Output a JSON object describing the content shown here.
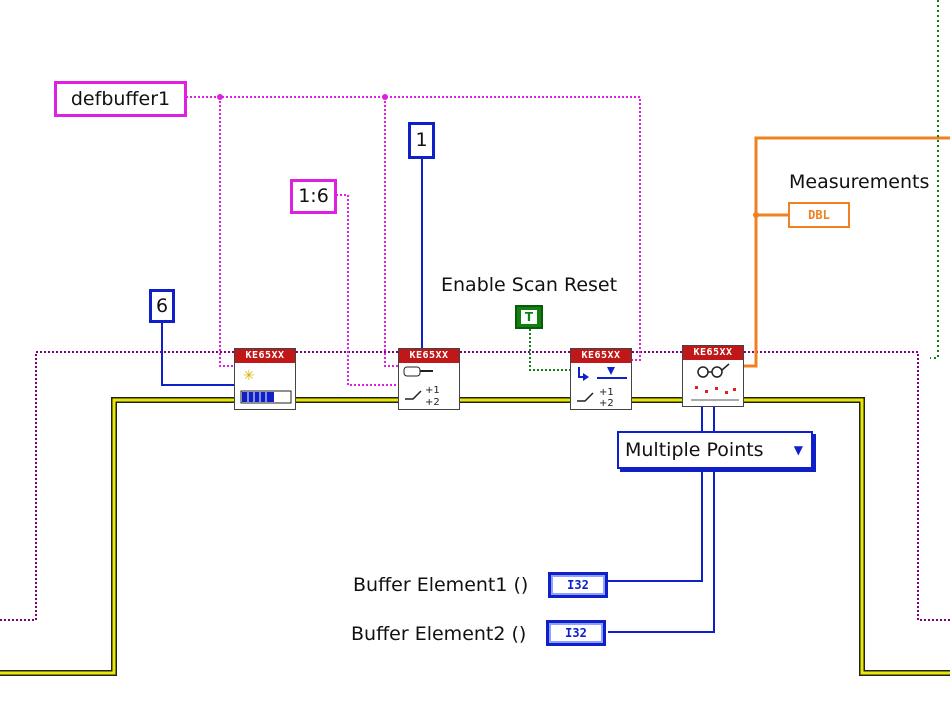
{
  "constants": {
    "buffer_name": "defbuffer1",
    "channel_list": "1:6",
    "scan_count": "1",
    "buffer_size": "6",
    "enable_scan_reset_value": "T"
  },
  "labels": {
    "enable_scan_reset": "Enable Scan Reset",
    "measurements": "Measurements",
    "buffer_element1": "Buffer Element1 ()",
    "buffer_element2": "Buffer Element2 ()"
  },
  "selector": {
    "value": "Multiple Points"
  },
  "subvis": [
    {
      "header": "KE65XX",
      "icon": "configure-buffer-icon"
    },
    {
      "header": "KE65XX",
      "icon": "configure-scan-icon"
    },
    {
      "header": "KE65XX",
      "icon": "initiate-scan-icon"
    },
    {
      "header": "KE65XX",
      "icon": "read-measurements-icon"
    }
  ],
  "indicators": {
    "measurements_type": "DBL",
    "element1_type": "I32",
    "element2_type": "I32"
  },
  "colors": {
    "string_wire": "#e020e0",
    "integer_wire": "#1020c8",
    "boolean_wire": "#108010",
    "double_wire": "#f08020",
    "refnum_wire": "#800080",
    "error_wire": "#c8c800",
    "vi_header": "#c01818"
  }
}
